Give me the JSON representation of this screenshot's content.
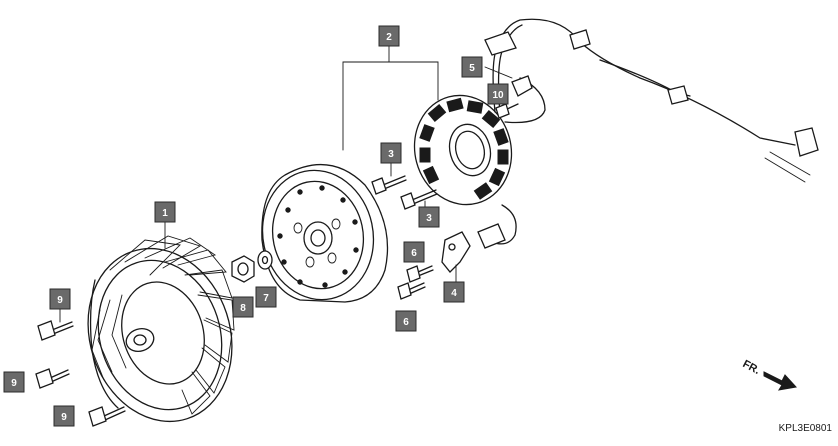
{
  "callouts": {
    "c1": "1",
    "c2": "2",
    "c3a": "3",
    "c3b": "3",
    "c4": "4",
    "c5": "5",
    "c6a": "6",
    "c6b": "6",
    "c7": "7",
    "c8": "8",
    "c9a": "9",
    "c9b": "9",
    "c9c": "9",
    "c10": "10"
  },
  "direction_label": "FR.",
  "diagram_code": "KPL3E0801",
  "colors": {
    "callout_fill": "#6a6a6a",
    "line": "#1a1a1a",
    "background": "#ffffff"
  }
}
